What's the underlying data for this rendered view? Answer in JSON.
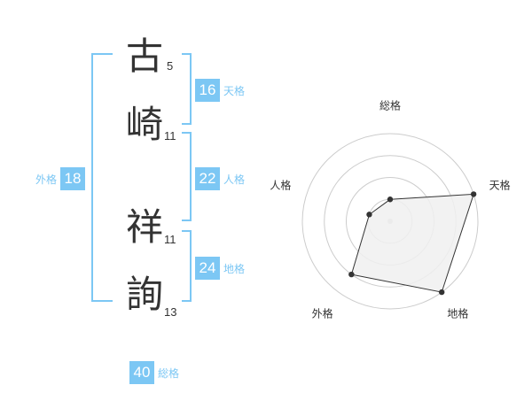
{
  "characters": [
    {
      "char": "古",
      "strokes": "5"
    },
    {
      "char": "崎",
      "strokes": "11"
    },
    {
      "char": "祥",
      "strokes": "11"
    },
    {
      "char": "詢",
      "strokes": "13"
    }
  ],
  "fortunes": {
    "tenkaku": {
      "value": "16",
      "label": "天格"
    },
    "jinkaku": {
      "value": "22",
      "label": "人格"
    },
    "chikaku": {
      "value": "24",
      "label": "地格"
    },
    "gaikaku": {
      "value": "18",
      "label": "外格"
    },
    "soukaku": {
      "value": "40",
      "label": "総格"
    }
  },
  "chart_data": {
    "type": "radar",
    "axes": [
      "総格",
      "天格",
      "地格",
      "外格",
      "人格"
    ],
    "values": [
      1,
      4,
      4,
      3,
      1
    ],
    "max": 4,
    "rings": 4,
    "colors": {
      "fill": "#f0f0f0",
      "stroke": "#333333",
      "grid": "#cccccc",
      "center": "#cccccc"
    }
  }
}
